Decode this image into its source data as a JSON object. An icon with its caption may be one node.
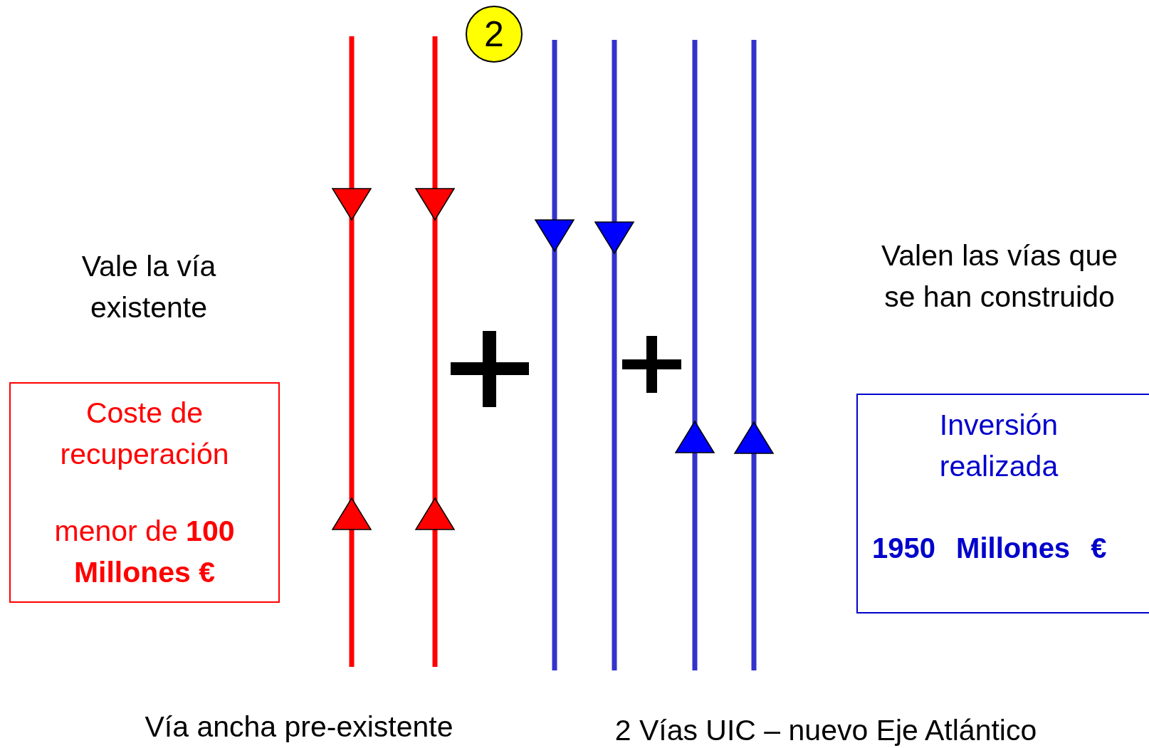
{
  "diagram": {
    "nodes": [
      {
        "text": [
          "Coste de recuperación",
          "menor de **100 Millones €**"
        ]
      },
      {
        "text": [
          "Inversión realizada",
          "1950 Millones €"
        ]
      },
      {
        "text": [
          "2"
        ]
      }
    ],
    "labels": [
      "Vale la vía existente",
      "Valen las vías que se han construido",
      "Vía ancha pre-existente",
      "2 Vías UIC – nuevo Eje Atlántico"
    ]
  }
}
